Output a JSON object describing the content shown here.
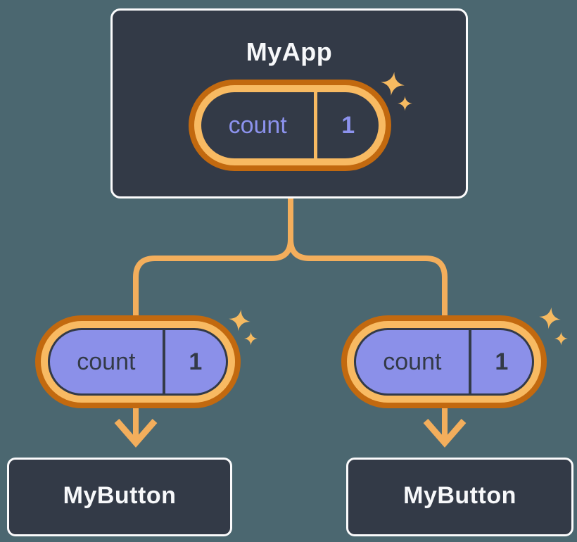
{
  "diagram": {
    "description": "Component tree diagram: parent passes state down to children as props",
    "root": {
      "title": "MyApp",
      "pill": {
        "label": "count",
        "value": "1"
      }
    },
    "children": [
      {
        "title": "MyButton",
        "pill": {
          "label": "count",
          "value": "1"
        }
      },
      {
        "title": "MyButton",
        "pill": {
          "label": "count",
          "value": "1"
        }
      }
    ],
    "icons": [
      "sparkle-icon",
      "arrow-down-icon"
    ],
    "colors": {
      "background": "#4B6770",
      "node_fill": "#333A47",
      "node_border": "#FBFBFC",
      "node_text": "#F7F8FA",
      "pill_ring_outer": "#C2690F",
      "pill_ring_inner": "#F8BA62",
      "pill_fill_prop": "#8B90E9",
      "pill_text_state": "#8C92ED",
      "pill_text_prop": "#333A47",
      "connector": "#F3AE5C",
      "sparkle": "#F6BA61"
    }
  }
}
